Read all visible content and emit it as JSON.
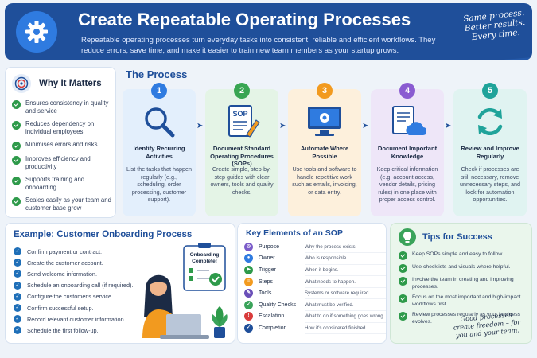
{
  "header": {
    "title": "Create Repeatable Operating Processes",
    "subtitle": "Repeatable operating processes turn everyday tasks into consistent, reliable and efficient workflows. They reduce errors, save time, and make it easier to train new team members as your startup grows.",
    "slogan": "Same process. Better results. Every time.",
    "icon": "gear-icon"
  },
  "why": {
    "title": "Why It Matters",
    "items": [
      "Ensures consistency in quality and service",
      "Reduces dependency on individual employees",
      "Minimises errors and risks",
      "Improves efficiency and productivity",
      "Supports training and onboarding",
      "Scales easily as your team and customer base grow"
    ]
  },
  "process": {
    "title": "The Process",
    "steps": [
      {
        "num": "1",
        "title": "Identify Recurring Activities",
        "desc": "List the tasks that happen regularly (e.g., scheduling, order processing, customer support).",
        "color": "#2f7be0",
        "bg": "#e3effc",
        "icon": "magnifier-icon"
      },
      {
        "num": "2",
        "title": "Document Standard Operating Procedures (SOPs)",
        "desc": "Create simple, step-by-step guides with clear owners, tools and quality checks.",
        "color": "#38a552",
        "bg": "#e4f4e6",
        "icon": "sop-document-icon",
        "badge": "SOP"
      },
      {
        "num": "3",
        "title": "Automate Where Possible",
        "desc": "Use tools and software to handle repetitive work such as emails, invoicing, or data entry.",
        "color": "#f29a1f",
        "bg": "#fdf0dc",
        "icon": "monitor-gear-icon"
      },
      {
        "num": "4",
        "title": "Document Important Knowledge",
        "desc": "Keep critical information (e.g. account access, vendor details, pricing rules) in one place with proper access control.",
        "color": "#8a5bd1",
        "bg": "#eee6f8",
        "icon": "cloud-document-icon"
      },
      {
        "num": "5",
        "title": "Review and Improve Regularly",
        "desc": "Check if processes are still necessary, remove unnecessary steps, and look for automation opportunities.",
        "color": "#1fa39a",
        "bg": "#e0f3f1",
        "icon": "refresh-icon"
      }
    ]
  },
  "example": {
    "title": "Example: Customer Onboarding Process",
    "steps": [
      "Confirm payment or contract.",
      "Create the customer account.",
      "Send welcome information.",
      "Schedule an onboarding call (if required).",
      "Configure the customer's service.",
      "Confirm successful setup.",
      "Record relevant customer information.",
      "Schedule the first follow-up."
    ],
    "checklist_label": "Onboarding Complete!"
  },
  "key": {
    "title": "Key Elements of an SOP",
    "rows": [
      {
        "name": "Purpose",
        "desc": "Why the process exists.",
        "color": "#7b5cc9",
        "glyph": "◎"
      },
      {
        "name": "Owner",
        "desc": "Who is responsible.",
        "color": "#2f7be0",
        "glyph": "●"
      },
      {
        "name": "Trigger",
        "desc": "When it begins.",
        "color": "#2e9a4a",
        "glyph": "▶"
      },
      {
        "name": "Steps",
        "desc": "What needs to happen.",
        "color": "#f29a1f",
        "glyph": "≡"
      },
      {
        "name": "Tools",
        "desc": "Systems or software required.",
        "color": "#6a4fb8",
        "glyph": "✎"
      },
      {
        "name": "Quality Checks",
        "desc": "What must be verified.",
        "color": "#3aa35a",
        "glyph": "✓"
      },
      {
        "name": "Escalation",
        "desc": "What to do if something goes wrong.",
        "color": "#d93b3b",
        "glyph": "!"
      },
      {
        "name": "Completion",
        "desc": "How it's considered finished.",
        "color": "#1f4f9a",
        "glyph": "✓"
      }
    ]
  },
  "tips": {
    "title": "Tips for Success",
    "items": [
      "Keep SOPs simple and easy to follow.",
      "Use checklists and visuals where helpful.",
      "Involve the team in creating and improving processes.",
      "Focus on the most important and high-impact workflows first.",
      "Review processes regularly as your business evolves."
    ],
    "quote": "Good processes create freedom – for you and your team."
  }
}
